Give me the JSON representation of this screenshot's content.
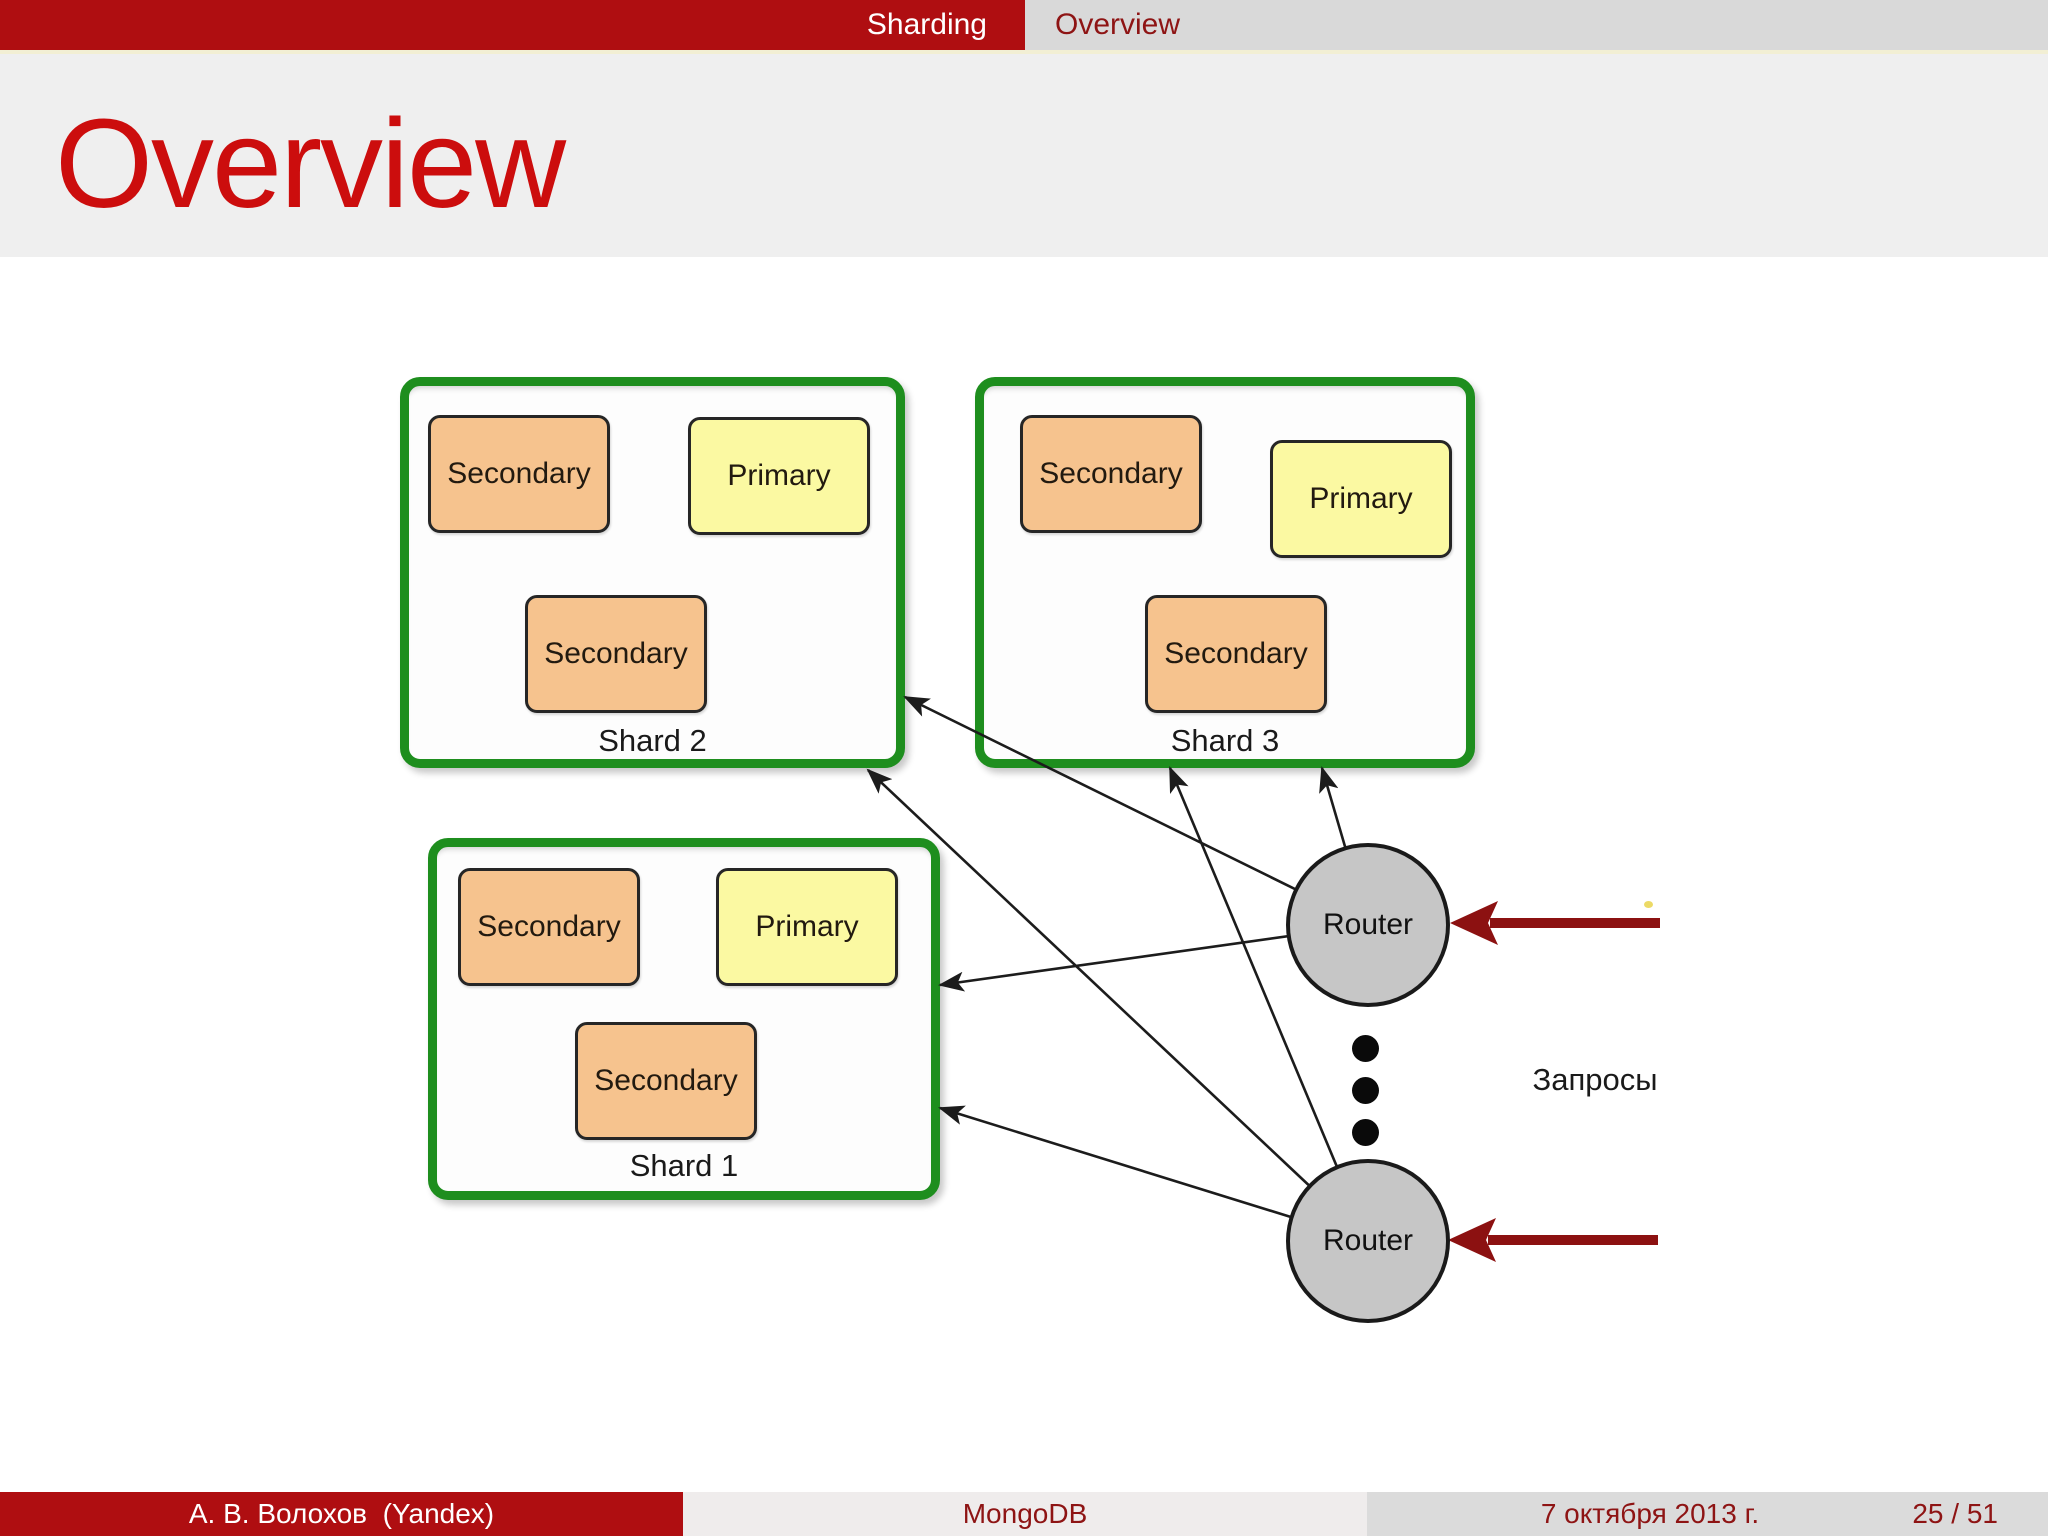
{
  "slide": {
    "header": {
      "section": "Sharding",
      "subsection": "Overview"
    },
    "title": "Overview",
    "footer": {
      "author": "А. В. Волохов  (Yandex)",
      "short_title": "MongoDB",
      "date": "7 октября 2013 г.",
      "page": "25 / 51"
    }
  },
  "diagram": {
    "shards": [
      {
        "name": "Shard 2",
        "nodes": [
          {
            "label": "Secondary"
          },
          {
            "label": "Primary"
          },
          {
            "label": "Secondary"
          }
        ]
      },
      {
        "name": "Shard 3",
        "nodes": [
          {
            "label": "Secondary"
          },
          {
            "label": "Primary"
          },
          {
            "label": "Secondary"
          }
        ]
      },
      {
        "name": "Shard 1",
        "nodes": [
          {
            "label": "Secondary"
          },
          {
            "label": "Primary"
          },
          {
            "label": "Secondary"
          }
        ]
      }
    ],
    "routers": [
      {
        "label": "Router"
      },
      {
        "label": "Router"
      }
    ],
    "queries_label": "Запросы",
    "ellipsis_dots": 3,
    "connections": [
      "router1-shard2",
      "router1-shard3",
      "router1-shard1",
      "router2-shard2",
      "router2-shard3",
      "router2-shard1"
    ]
  },
  "colors": {
    "bar_red": "#AF0E11",
    "title_red": "#CC0D0D",
    "footer_text_red": "#8E1414",
    "header_gray": "#D9D9D9",
    "title_band_gray": "#EFEFEF",
    "separator_cream": "#F2EFD4",
    "shard_border_green": "#1E8E1E",
    "secondary_orange": "#F6C38E",
    "primary_yellow": "#FBF9A2",
    "router_gray": "#C6C6C6",
    "connection_black": "#1c1c1c",
    "request_arrow_red": "#8C1111"
  }
}
